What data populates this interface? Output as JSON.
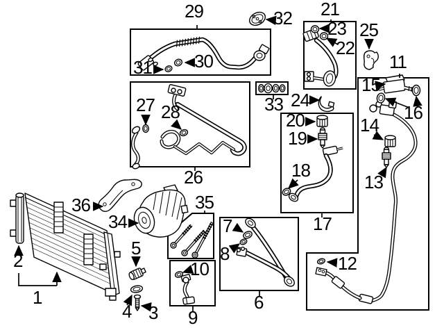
{
  "diagram": {
    "background_color": "#ffffff",
    "line_color": "#000000",
    "callouts": {
      "c1": {
        "label": "1"
      },
      "c2": {
        "label": "2"
      },
      "c3": {
        "label": "3"
      },
      "c4": {
        "label": "4"
      },
      "c5": {
        "label": "5"
      },
      "c6": {
        "label": "6"
      },
      "c7": {
        "label": "7"
      },
      "c8": {
        "label": "8"
      },
      "c9": {
        "label": "9"
      },
      "c10": {
        "label": "10"
      },
      "c11": {
        "label": "11"
      },
      "c12": {
        "label": "12"
      },
      "c13": {
        "label": "13"
      },
      "c14": {
        "label": "14"
      },
      "c15": {
        "label": "15"
      },
      "c16": {
        "label": "16"
      },
      "c17": {
        "label": "17"
      },
      "c18": {
        "label": "18"
      },
      "c19": {
        "label": "19"
      },
      "c20": {
        "label": "20"
      },
      "c21": {
        "label": "21"
      },
      "c22": {
        "label": "22"
      },
      "c23": {
        "label": "23"
      },
      "c24": {
        "label": "24"
      },
      "c25": {
        "label": "25"
      },
      "c26": {
        "label": "26"
      },
      "c27": {
        "label": "27"
      },
      "c28": {
        "label": "28"
      },
      "c29": {
        "label": "29"
      },
      "c30": {
        "label": "30"
      },
      "c31": {
        "label": "31"
      },
      "c32": {
        "label": "32"
      },
      "c33": {
        "label": "33"
      },
      "c34": {
        "label": "34"
      },
      "c35": {
        "label": "35"
      },
      "c36": {
        "label": "36"
      }
    }
  }
}
